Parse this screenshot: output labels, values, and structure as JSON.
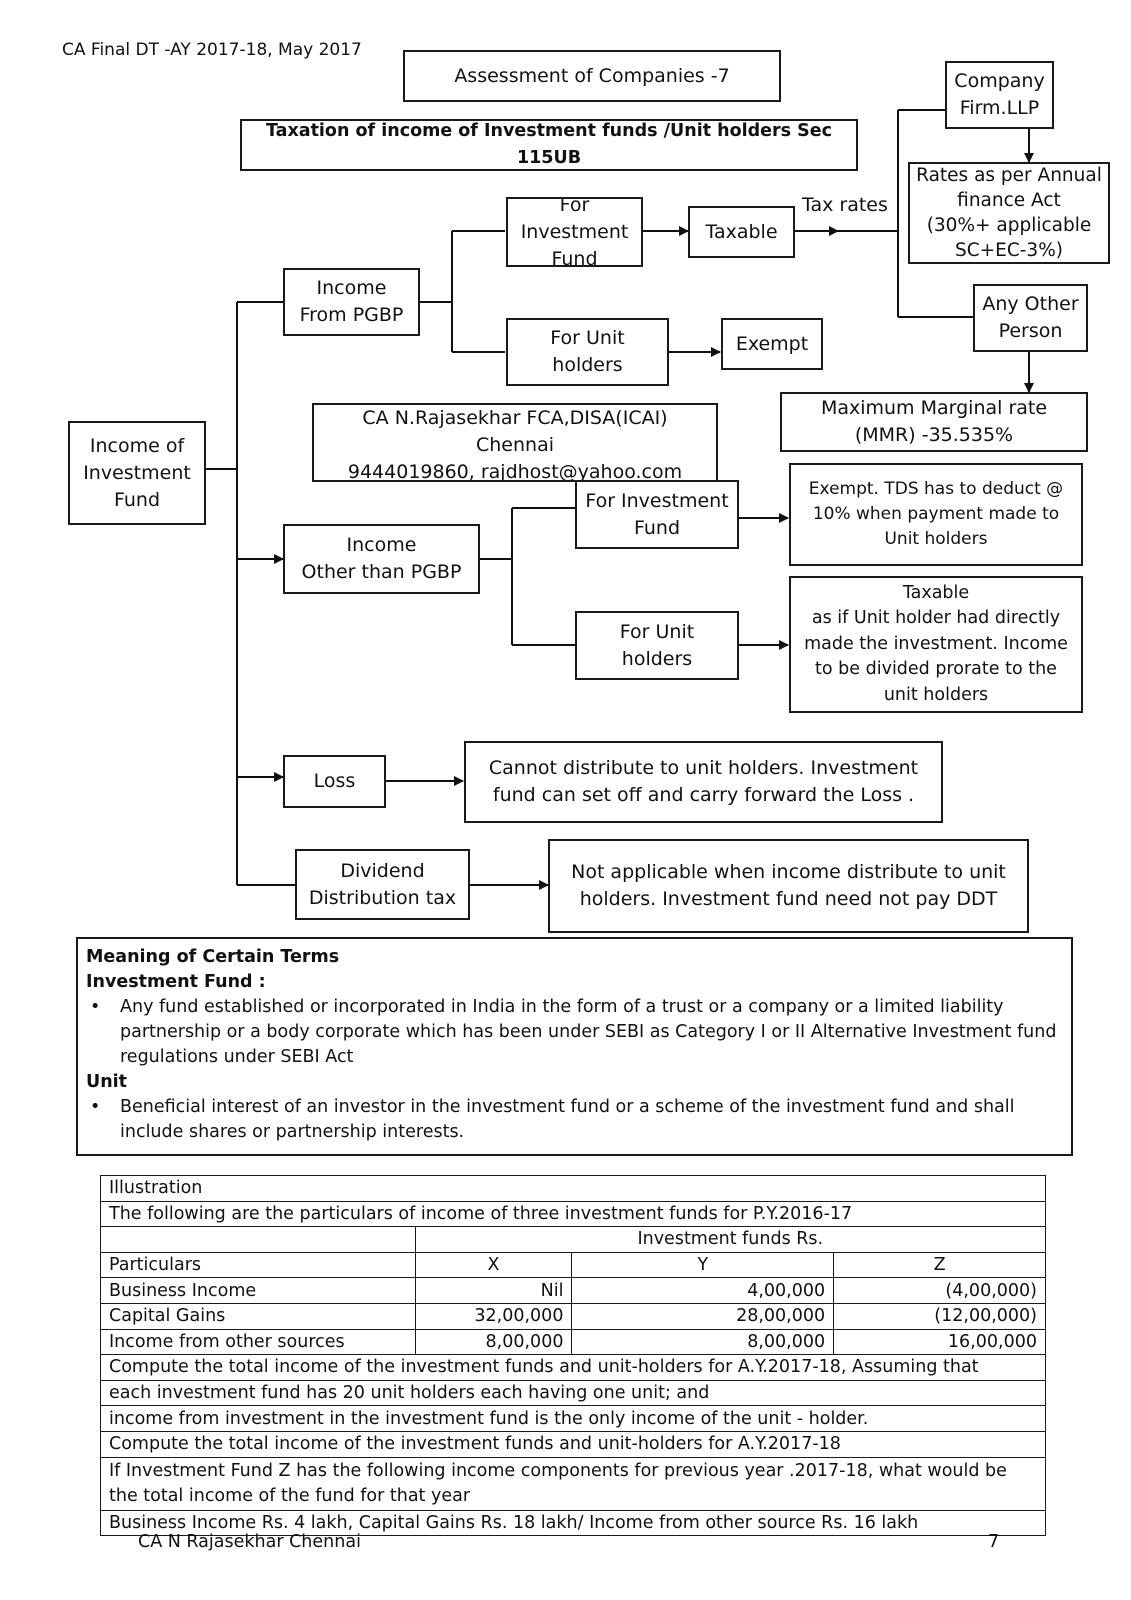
{
  "header": {
    "course": "CA Final DT -AY 2017-18, May 2017",
    "title": "Assessment of Companies -7",
    "subtitle": "Taxation of  income of Investment  funds  /Unit holders Sec 115UB"
  },
  "author_box": {
    "line1": "CA N.Rajasekhar  FCA,DISA(ICAI)",
    "line2": "Chennai",
    "line3": "9444019860,  rajdhost@yahoo.com"
  },
  "flow": {
    "root": "Income of\nInvestment\nFund",
    "pgbp": "Income\nFrom PGBP",
    "pgbp_fund": "For\nInvestment\nFund",
    "taxable": "Taxable",
    "tax_rates": "Tax rates",
    "company": "Company\nFirm.LLP",
    "annual_rates": "Rates as per Annual\nfinance Act\n(30%+ applicable\nSC+EC-3%)",
    "pgbp_unit": "For Unit\nholders",
    "exempt": "Exempt",
    "other_person": "Any Other\nPerson",
    "mmr": "Maximum Marginal rate\n(MMR) -35.535%",
    "other_than_pgbp": "Income\nOther than  PGBP",
    "otp_fund": "For Investment\nFund",
    "otp_fund_result": "Exempt. TDS has to deduct @\n10% when payment made to\nUnit holders",
    "otp_unit": "For Unit\nholders",
    "otp_unit_result": "Taxable\nas  if Unit holder had directly\nmade    the investment. Income\nto be divided prorate to the\nunit holders",
    "loss": "Loss",
    "loss_result": "Cannot distribute to unit holders. Investment\nfund can set off  and  carry forward the Loss .",
    "ddt": "Dividend\nDistribution tax",
    "ddt_result": "Not applicable when income  distribute to unit\nholders. Investment fund need not pay DDT"
  },
  "terms": {
    "heading": "Meaning of Certain Terms",
    "fund_heading": "Investment Fund :",
    "fund_text": "Any fund established or incorporated in India in the form of a trust or a company or a limited liability partnership or a body corporate which has been under SEBI as Category I or II Alternative Investment fund regulations under SEBI Act",
    "unit_heading": "Unit",
    "unit_text": "Beneficial interest of an investor in the investment fund or a scheme of the investment fund and shall include shares or partnership interests.",
    "bullet": "•"
  },
  "illustration": {
    "title": "Illustration",
    "intro": "The following are the particulars of income of three investment funds for P.Y.2016-17",
    "group_header": "Investment  funds Rs.",
    "columns": [
      "Particulars",
      "X",
      "Y",
      "Z"
    ],
    "rows": [
      [
        "Business Income",
        "Nil",
        "4,00,000",
        "(4,00,000)"
      ],
      [
        "Capital Gains",
        "32,00,000",
        "28,00,000",
        "(12,00,000)"
      ],
      [
        "Income from other sources",
        "8,00,000",
        "8,00,000",
        "16,00,000"
      ]
    ],
    "notes": [
      "Compute the total income of the investment funds and unit-holders for  A.Y.2017-18, Assuming that",
      "each investment fund has 20 unit holders each having  one unit;   and",
      "income from investment in the investment fund is the only income of the unit - holder.",
      "Compute the total income of the investment funds and unit-holders for    A.Y.2017-18",
      "If Investment Fund Z has the following income components for  previous year .2017-18, what would be the total income of the fund for that   year",
      "Business Income Rs. 4 lakh, Capital Gains Rs. 18 lakh/ Income from other source Rs. 16 lakh"
    ]
  },
  "footer": {
    "author": "CA N Rajasekhar Chennai",
    "page": "7"
  }
}
